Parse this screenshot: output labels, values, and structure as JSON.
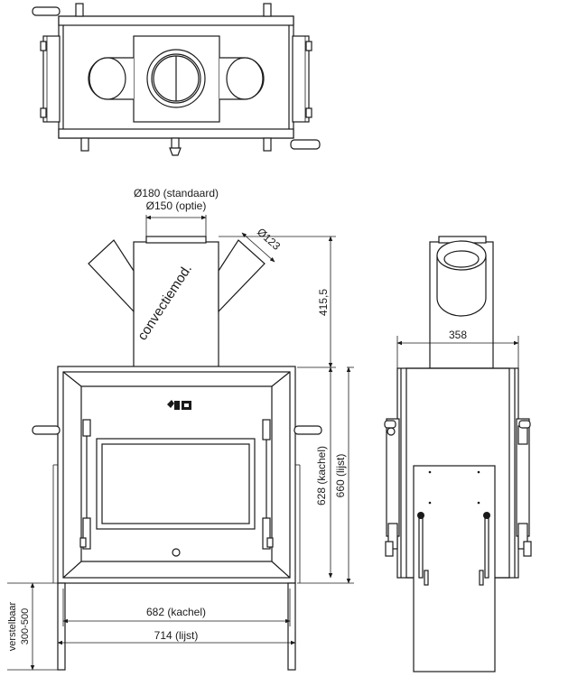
{
  "dimensions": {
    "flue_standard": "Ø180 (standaard)",
    "flue_option": "Ø150 (optie)",
    "convection_diameter": "Ø123",
    "top_height": "415,5",
    "width_side": "358",
    "height_stove": "628 (kachel)",
    "height_frame": "660 (lijst)",
    "width_stove": "682 (kachel)",
    "width_frame": "714 (lijst)",
    "adjustable_label": "verstelbaar",
    "adjustable_range": "300-500"
  },
  "labels": {
    "convection_module": "convectiemod."
  },
  "colors": {
    "line": "#1a1a1a",
    "background": "#ffffff"
  }
}
